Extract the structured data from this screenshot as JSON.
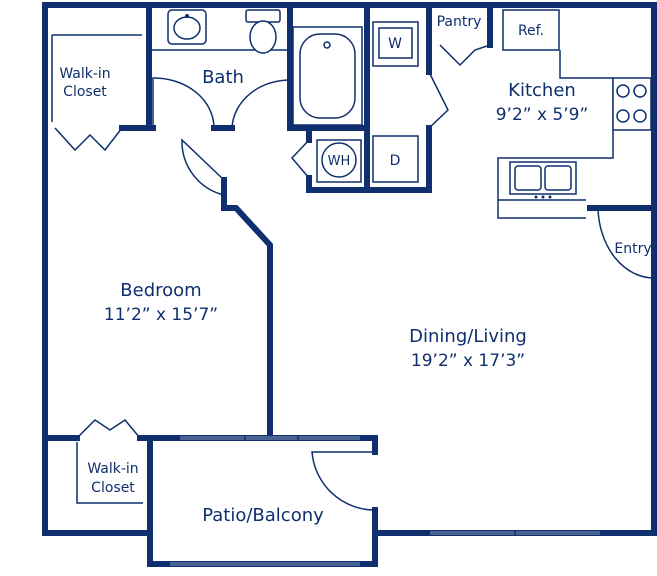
{
  "rooms": {
    "bath": {
      "name": "Bath"
    },
    "kitchen": {
      "name": "Kitchen",
      "dimensions": "9’2” x 5’9”"
    },
    "bedroom": {
      "name": "Bedroom",
      "dimensions": "11’2” x 15’7”"
    },
    "dining_living": {
      "name": "Dining/Living",
      "dimensions": "19’2” x 17’3”"
    },
    "patio": {
      "name": "Patio/Balcony"
    },
    "walkin_top": {
      "line1": "Walk-in",
      "line2": "Closet"
    },
    "walkin_bottom": {
      "line1": "Walk-in",
      "line2": "Closet"
    },
    "pantry": {
      "name": "Pantry"
    },
    "entry": {
      "name": "Entry"
    }
  },
  "fixtures": {
    "refrigerator": "Ref.",
    "washer": "W",
    "dryer": "D",
    "water_heater": "WH"
  },
  "colors": {
    "walls": "#0f2f6e",
    "background": "#ffffff"
  }
}
